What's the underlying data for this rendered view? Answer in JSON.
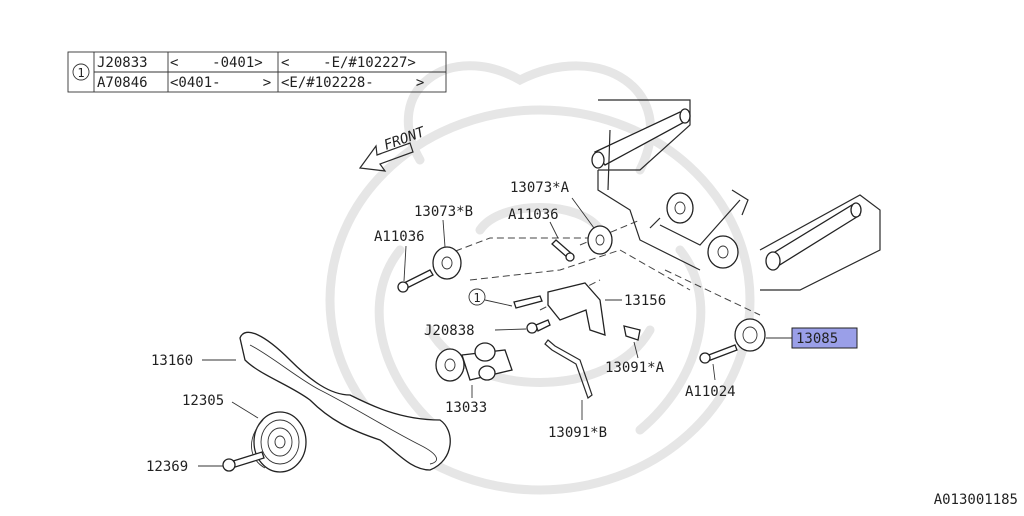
{
  "table": {
    "index": "1",
    "rows": [
      {
        "part": "J20833",
        "range1": "<    -0401>",
        "range2": "<    -E/#102227>"
      },
      {
        "part": "A70846",
        "range1": "<0401-     >",
        "range2": "<E/#102228-     >"
      }
    ]
  },
  "front_label": "FRONT",
  "labels": {
    "p13073a": "13073*A",
    "p13073b": "13073*B",
    "a11036_upper": "A11036",
    "a11036_left": "A11036",
    "p13156": "13156",
    "j20838": "J20838",
    "p13160": "13160",
    "p13085": "13085",
    "p13091a": "13091*A",
    "a11024": "A11024",
    "p12305": "12305",
    "p13033": "13033",
    "p13091b": "13091*B",
    "p12369": "12369",
    "circle1": "1"
  },
  "highlight_color": "#9a9fe8",
  "diagram_id": "A013001185"
}
